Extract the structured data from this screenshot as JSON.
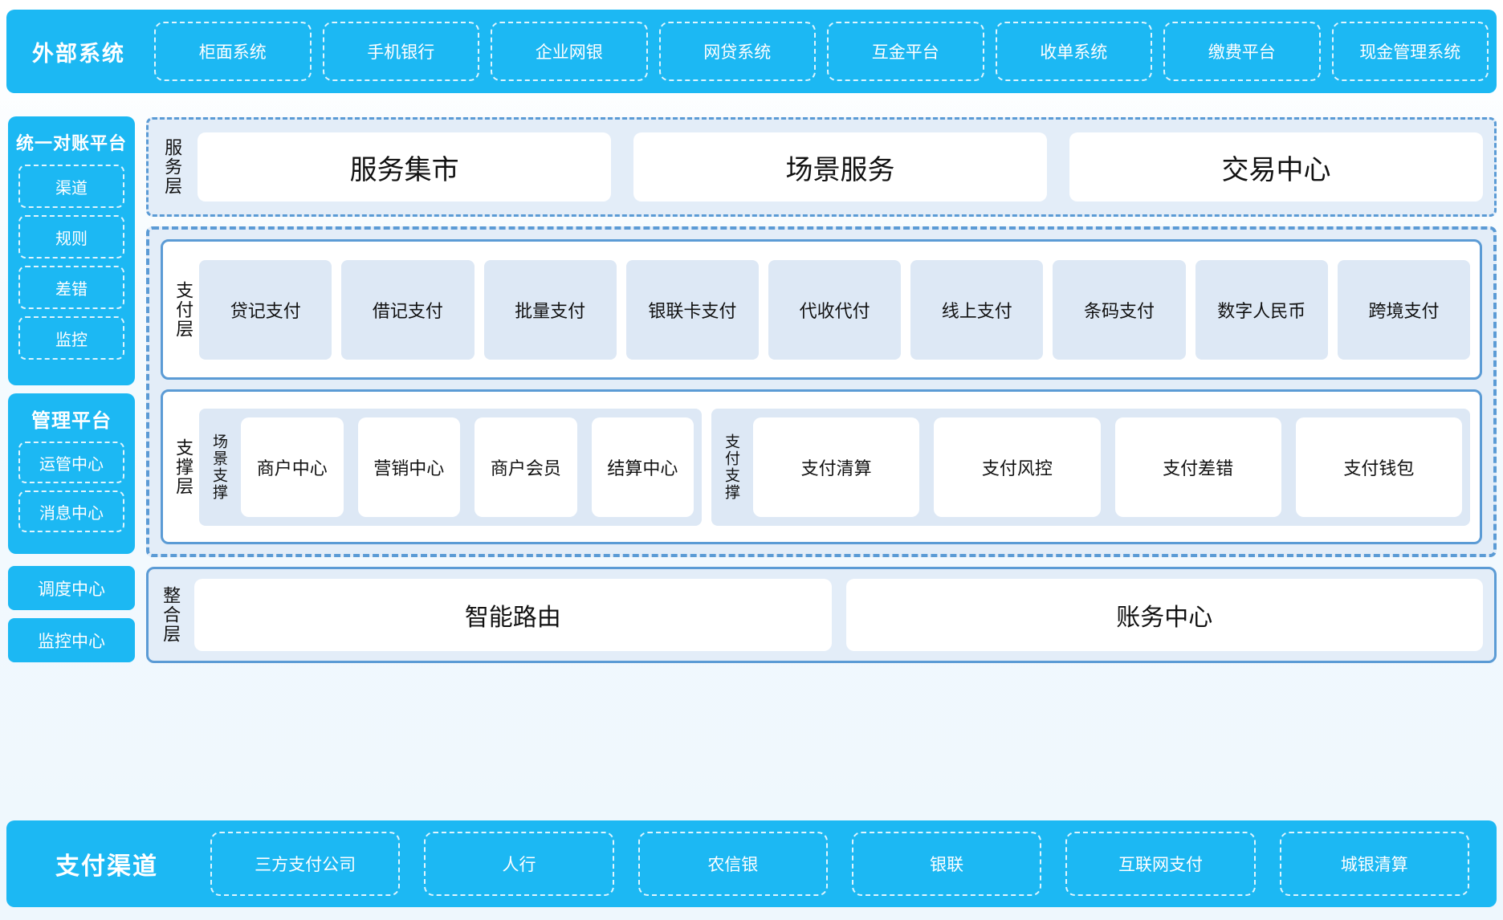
{
  "external": {
    "title": "外部系统",
    "items": [
      "柜面系统",
      "手机银行",
      "企业网银",
      "网贷系统",
      "互金平台",
      "收单系统",
      "缴费平台",
      "现金管理系统"
    ]
  },
  "left": {
    "recon": {
      "title": "统一对账平台",
      "items": [
        "渠道",
        "规则",
        "差错",
        "监控"
      ]
    },
    "manage": {
      "title": "管理平台",
      "items": [
        "运管中心",
        "消息中心"
      ]
    },
    "standalone": [
      "调度中心",
      "监控中心"
    ]
  },
  "service_layer": {
    "label": "服务层",
    "items": [
      "服务集市",
      "场景服务",
      "交易中心"
    ]
  },
  "payment_layer": {
    "label": "支付层",
    "items": [
      "贷记支付",
      "借记支付",
      "批量支付",
      "银联卡支付",
      "代收代付",
      "线上支付",
      "条码支付",
      "数字人民币",
      "跨境支付"
    ]
  },
  "support_layer": {
    "label": "支撑层",
    "groups": [
      {
        "label": "场景支撑",
        "items": [
          "商户中心",
          "营销中心",
          "商户会员",
          "结算中心"
        ]
      },
      {
        "label": "支付支撑",
        "items": [
          "支付清算",
          "支付风控",
          "支付差错",
          "支付钱包"
        ]
      }
    ]
  },
  "integration_layer": {
    "label": "整合层",
    "items": [
      "智能路由",
      "账务中心"
    ]
  },
  "channel": {
    "title": "支付渠道",
    "items": [
      "三方支付公司",
      "人行",
      "农信银",
      "银联",
      "互联网支付",
      "城银清算"
    ]
  },
  "colors": {
    "brand_blue": "#1CB8F3",
    "panel_fill": "#e3edf8",
    "cell_fill": "#dde8f5",
    "border_blue": "#5b9bd5"
  }
}
